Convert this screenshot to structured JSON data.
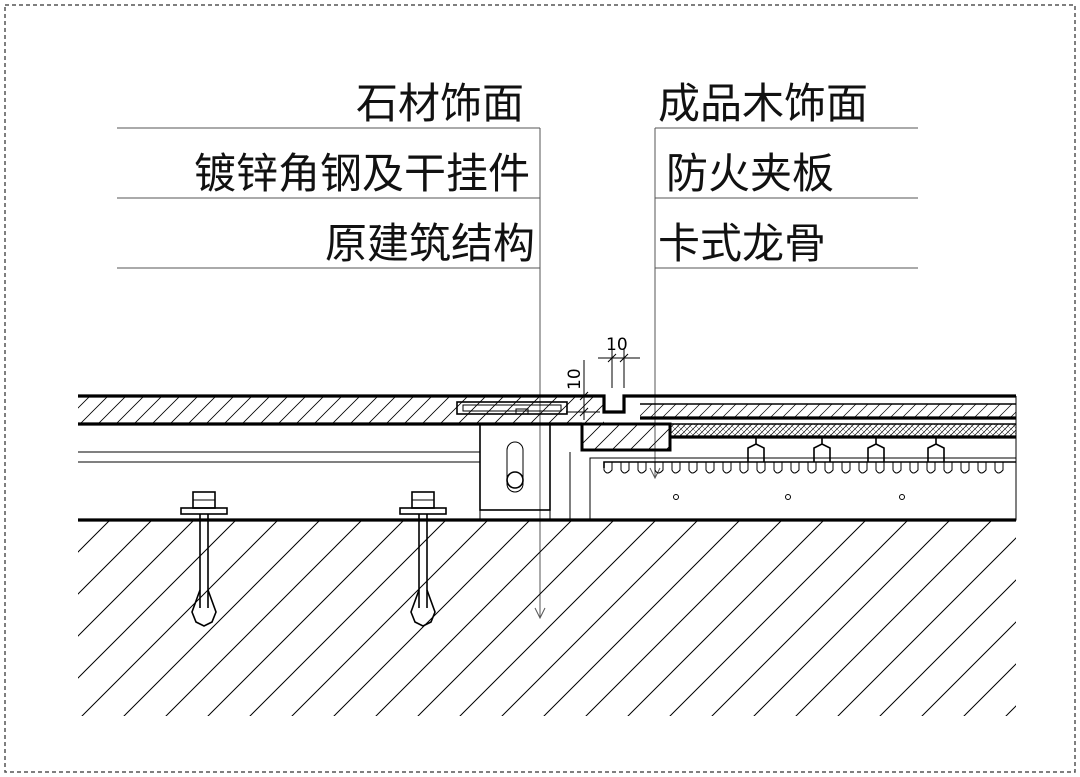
{
  "labels_left": [
    "石材饰面",
    "镀锌角钢及干挂件",
    "原建筑结构"
  ],
  "labels_right": [
    "成品木饰面",
    "防火夹板",
    "卡式龙骨"
  ],
  "dimensions": {
    "horizontal": "10",
    "vertical": "10"
  }
}
